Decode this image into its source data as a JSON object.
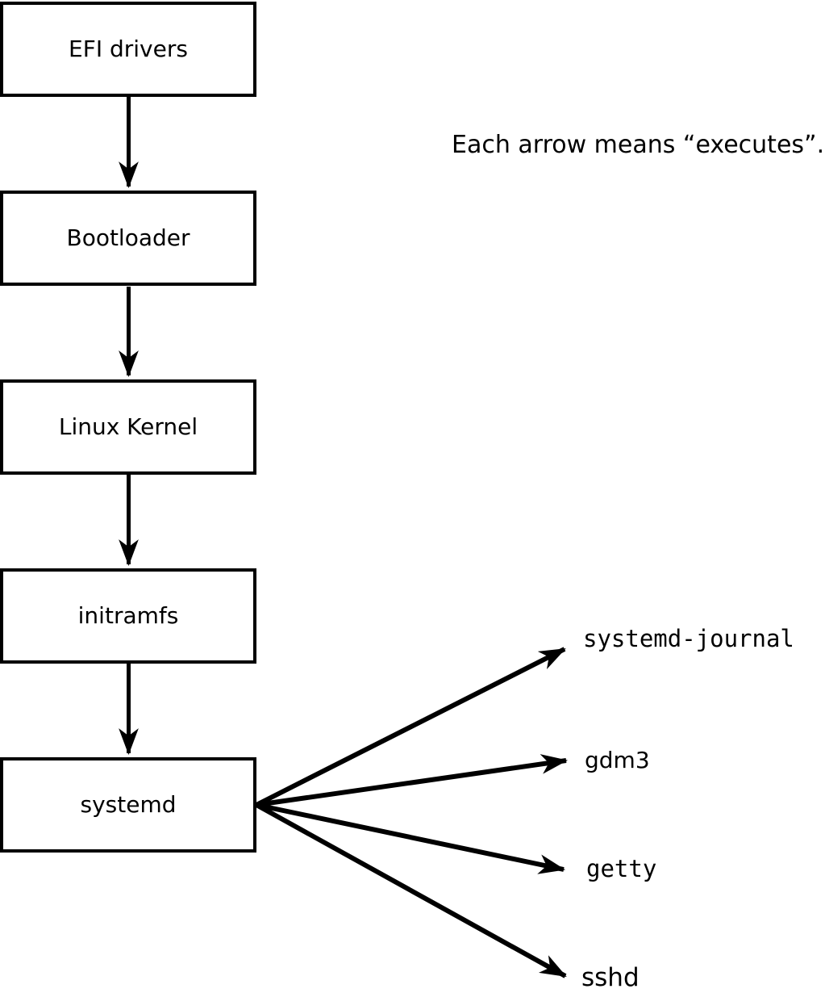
{
  "diagram": {
    "note": "Each arrow means “executes”.",
    "boxes": [
      {
        "label": "EFI drivers"
      },
      {
        "label": "Bootloader"
      },
      {
        "label": "Linux Kernel"
      },
      {
        "label": "initramfs"
      },
      {
        "label": "systemd"
      }
    ],
    "targets": [
      {
        "label": "systemd-journal"
      },
      {
        "label": "gdm3"
      },
      {
        "label": "getty"
      },
      {
        "label": "sshd"
      }
    ],
    "colors": {
      "line": "#000000",
      "box_border": "#000000",
      "box_fill": "#ffffff",
      "background": "#ffffff"
    }
  }
}
